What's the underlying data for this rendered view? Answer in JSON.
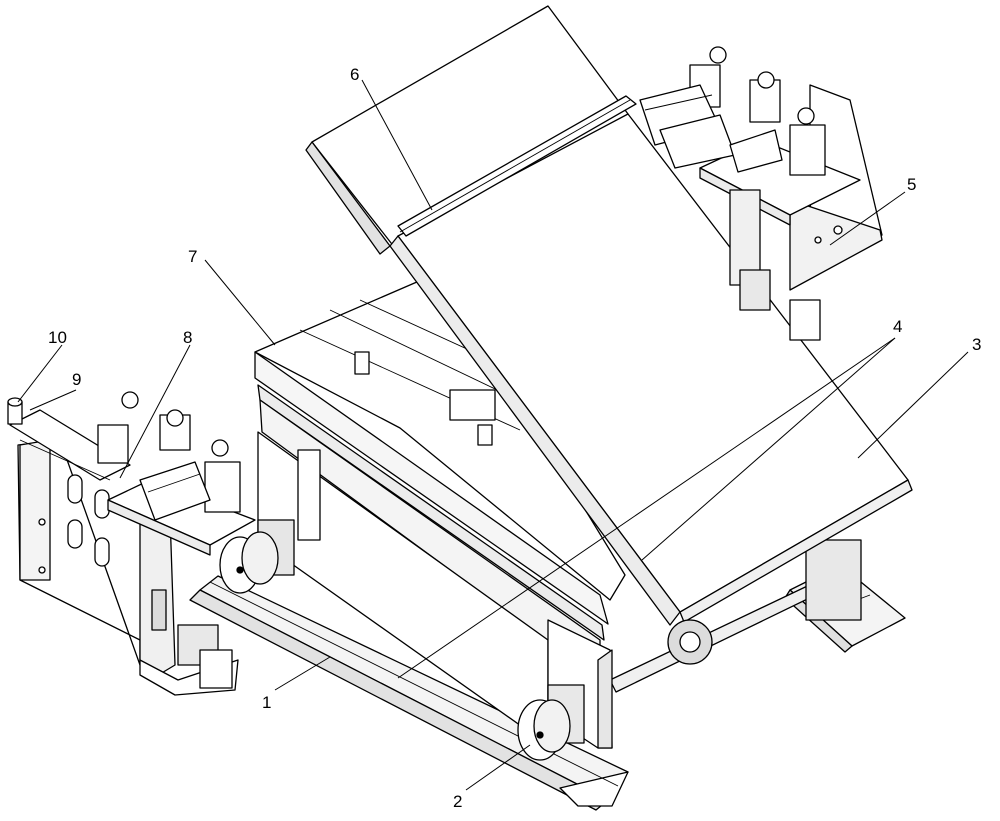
{
  "colors": {
    "line": "#000000",
    "panel_light": "#ffffff",
    "panel_mid": "#f4f4f4",
    "panel_shade": "#e6e6e6",
    "panel_dark": "#cfcfcf"
  },
  "callouts": [
    {
      "id": "1",
      "text": "1"
    },
    {
      "id": "2",
      "text": "2"
    },
    {
      "id": "3",
      "text": "3"
    },
    {
      "id": "4",
      "text": "4"
    },
    {
      "id": "5",
      "text": "5"
    },
    {
      "id": "6",
      "text": "6"
    },
    {
      "id": "7",
      "text": "7"
    },
    {
      "id": "8",
      "text": "8"
    },
    {
      "id": "9",
      "text": "9"
    },
    {
      "id": "10",
      "text": "10"
    }
  ]
}
